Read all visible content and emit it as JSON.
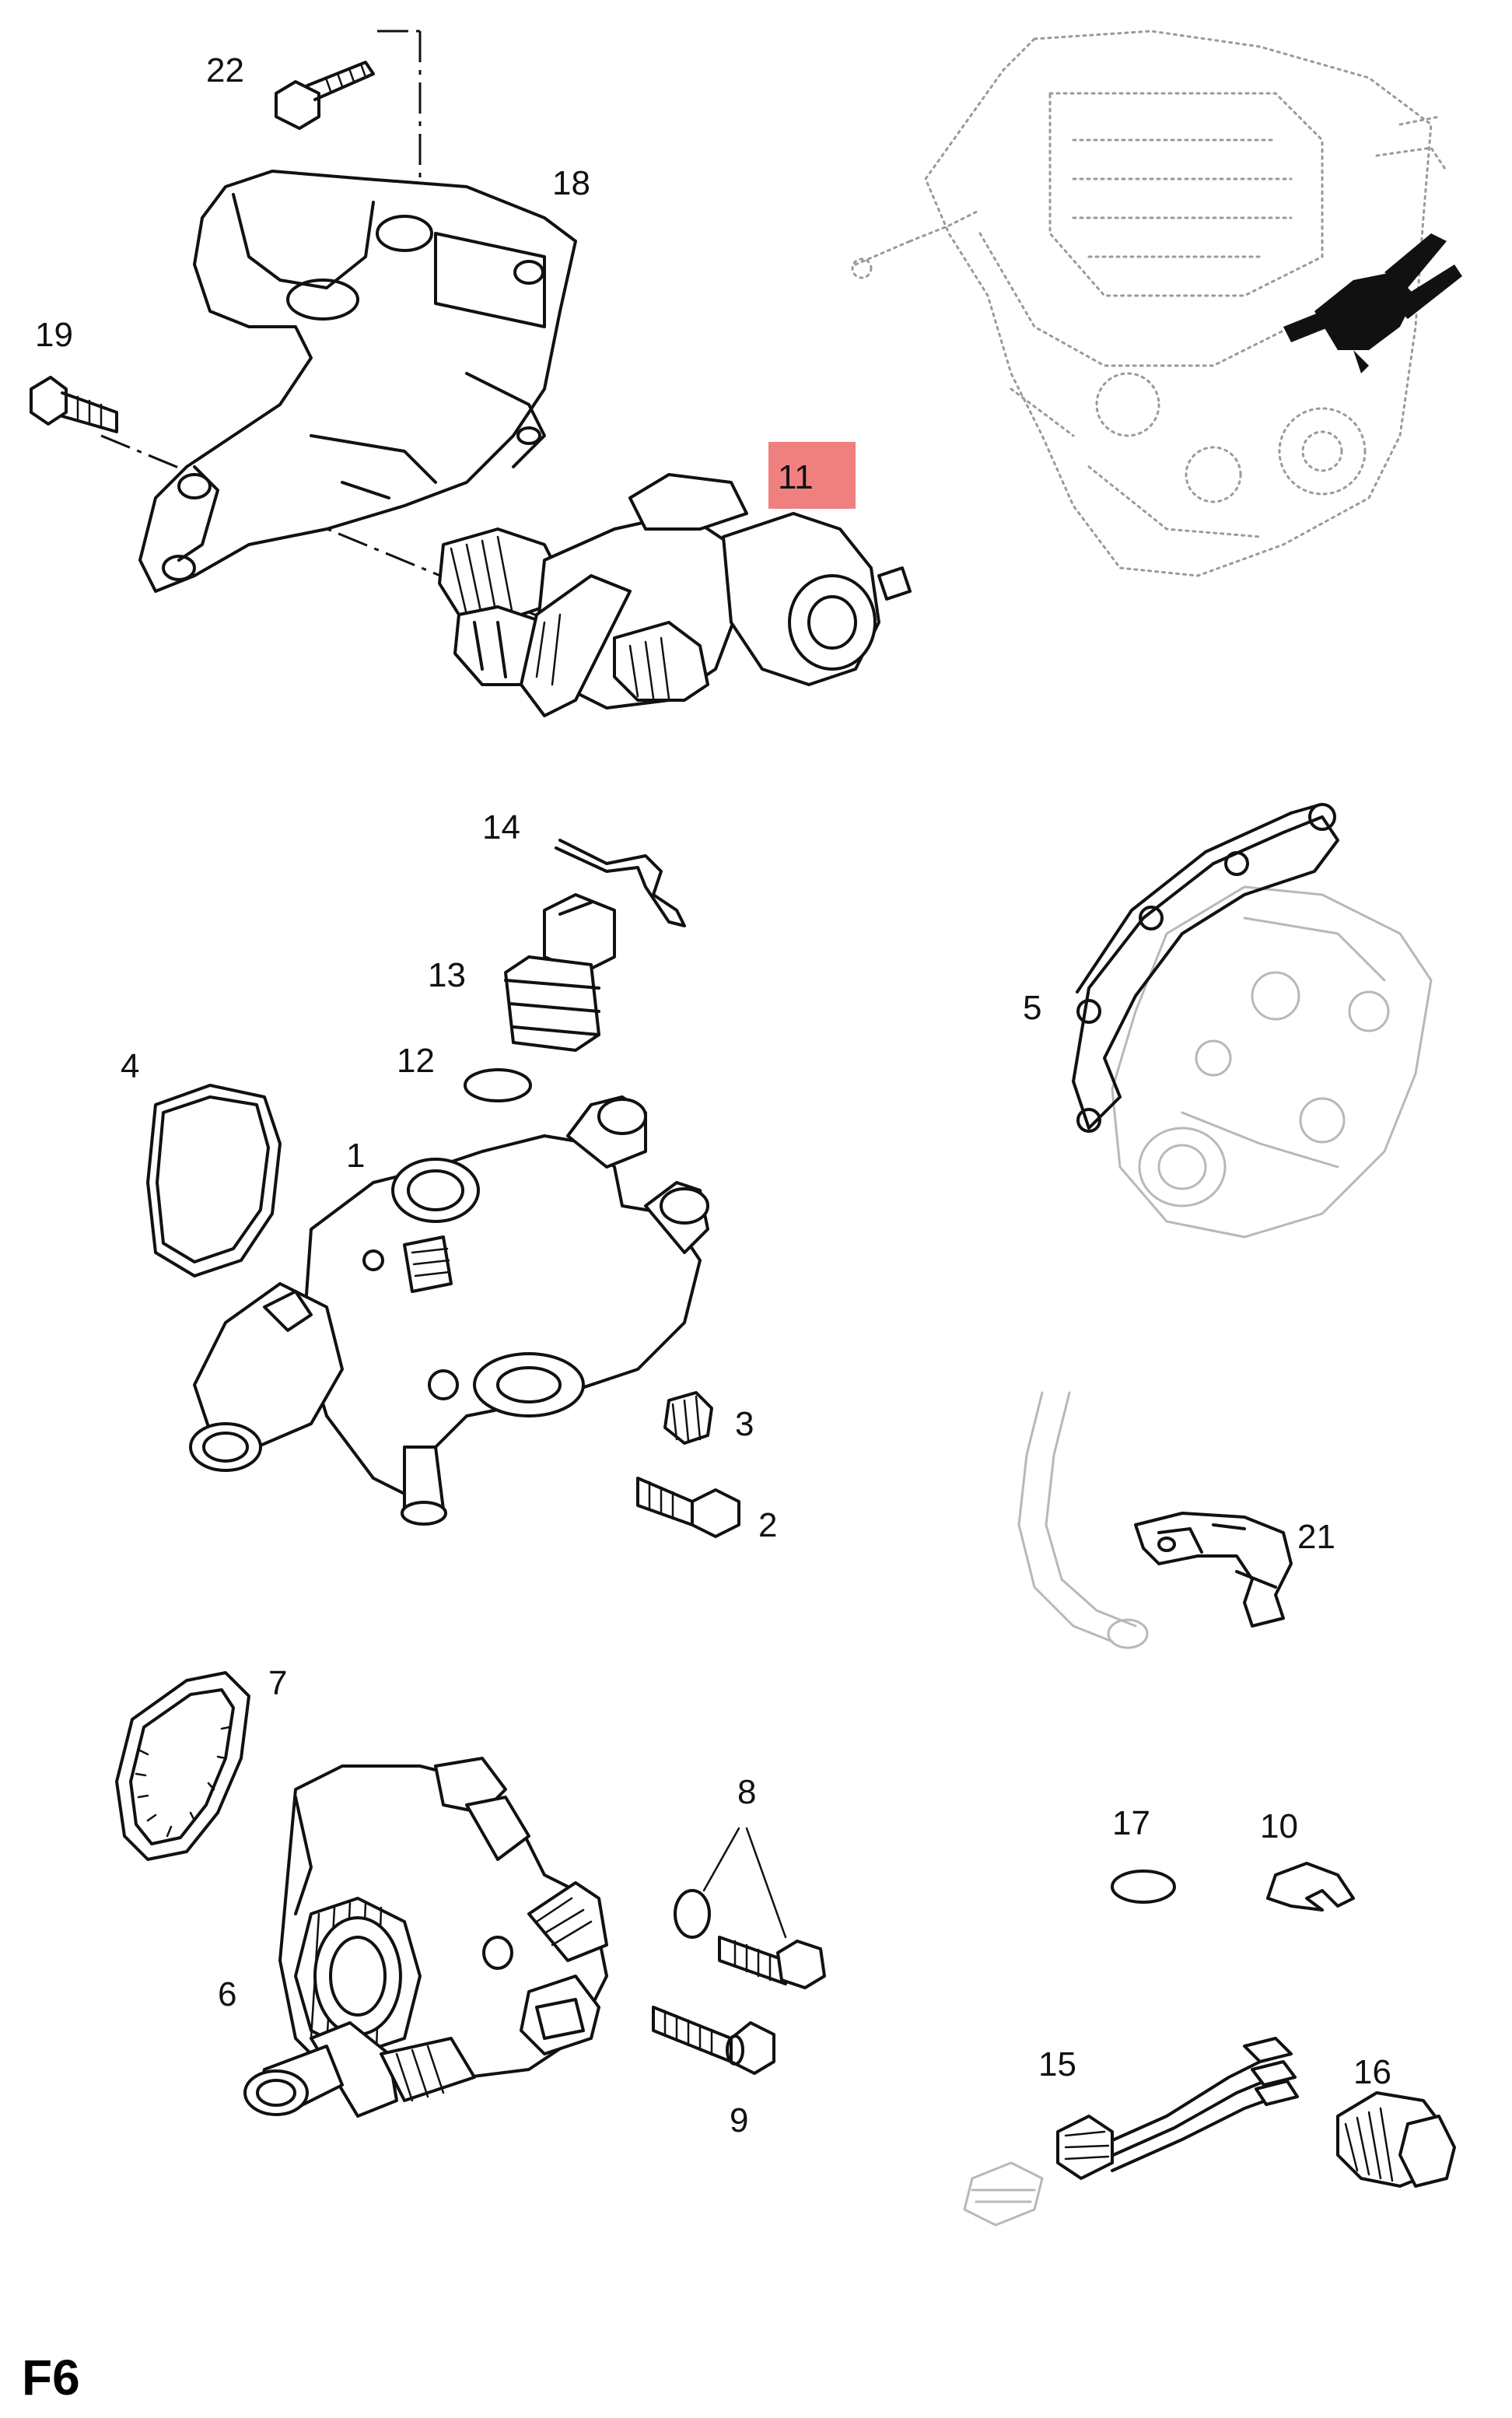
{
  "page_code": "F6",
  "highlight_color": "#f08080",
  "callouts": {
    "c22": "22",
    "c18": "18",
    "c19": "19",
    "c11": "11",
    "c14": "14",
    "c13": "13",
    "c12": "12",
    "c4": "4",
    "c1": "1",
    "c5": "5",
    "c3": "3",
    "c2": "2",
    "c21": "21",
    "c7": "7",
    "c8": "8",
    "c6": "6",
    "c9": "9",
    "c17": "17",
    "c10": "10",
    "c15": "15",
    "c16": "16"
  }
}
